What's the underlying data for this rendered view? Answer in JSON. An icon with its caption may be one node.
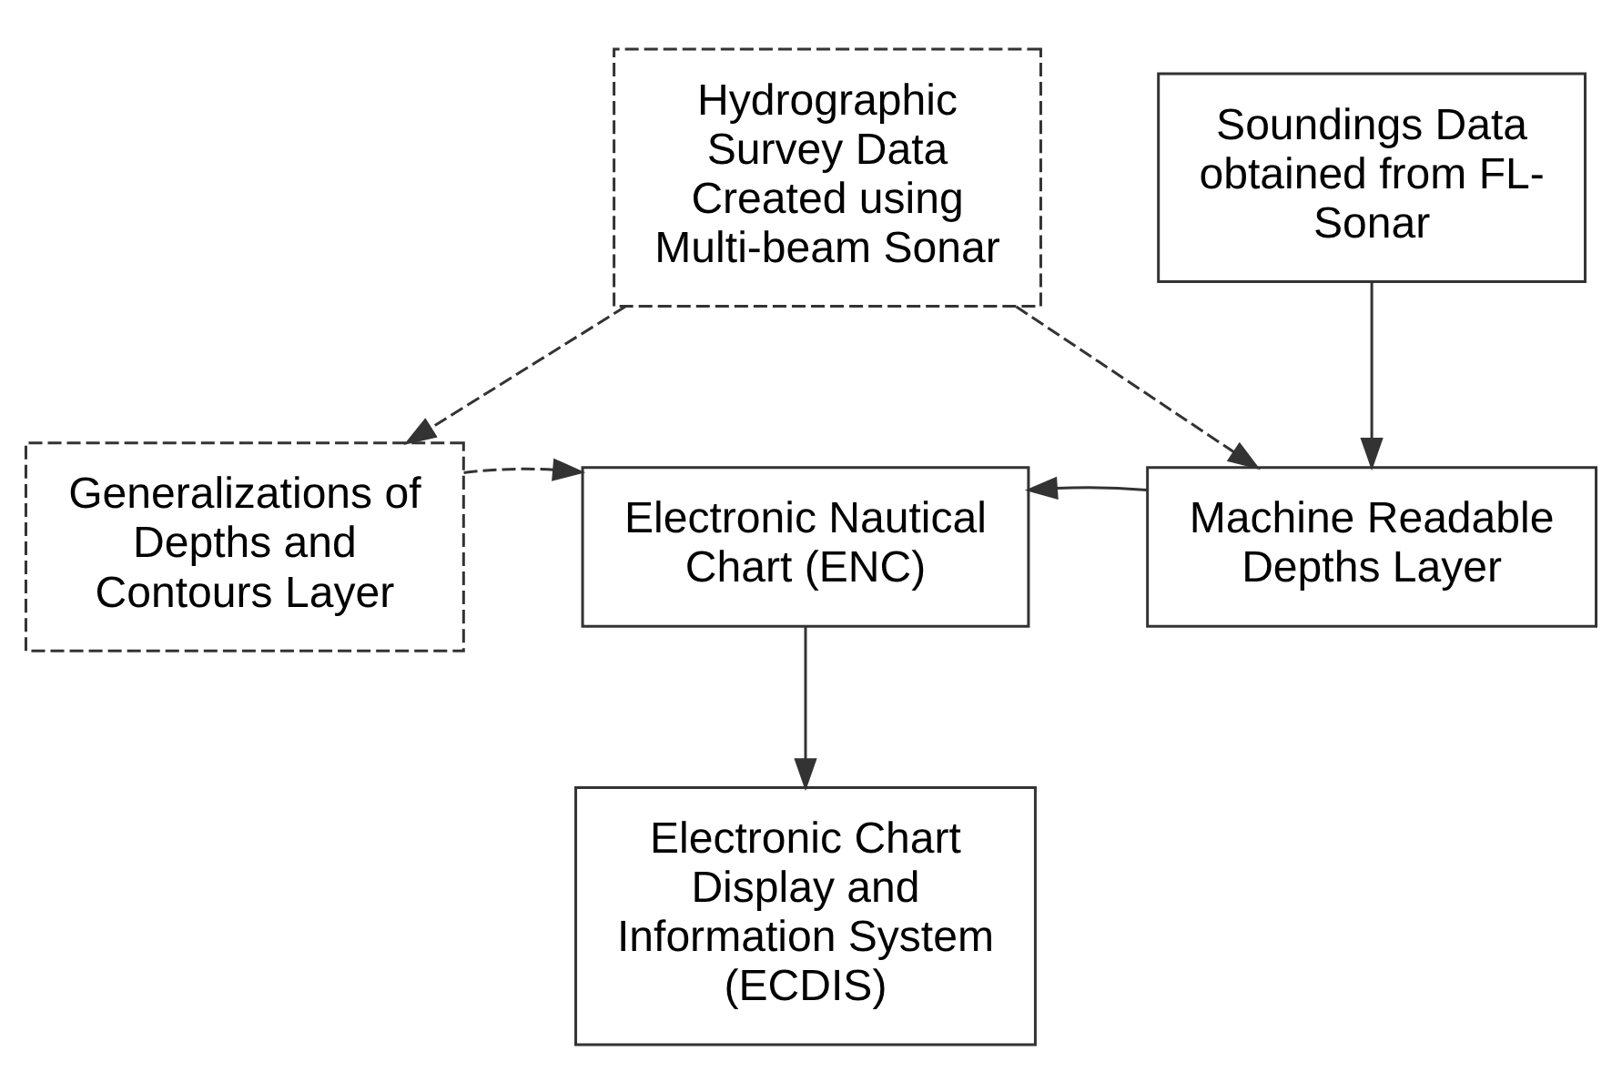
{
  "diagram": {
    "nodes": [
      {
        "text": [
          "Hydrographic Survey Data Created using Multi-beam Sonar"
        ]
      },
      {
        "text": [
          "Soundings Data obtained from FL-Sonar"
        ]
      },
      {
        "text": [
          "Generalizations of Depths and Contours Layer"
        ]
      },
      {
        "text": [
          "Electronic Nautical Chart (ENC)"
        ]
      },
      {
        "text": [
          "Machine Readable Depths Layer"
        ]
      },
      {
        "text": [
          "Electronic Chart Display and Information System (ECDIS)"
        ]
      }
    ],
    "edges": [
      {
        "from": 0,
        "to": 2,
        "arrow": "to",
        "style": "dashed"
      },
      {
        "from": 0,
        "to": 4,
        "arrow": "to",
        "style": "dashed"
      },
      {
        "from": 1,
        "to": 4,
        "arrow": "to"
      },
      {
        "from": 2,
        "to": 3,
        "arrow": "to",
        "style": "dashed"
      },
      {
        "from": 4,
        "to": 3,
        "arrow": "to"
      },
      {
        "from": 3,
        "to": 5,
        "arrow": "to"
      }
    ]
  }
}
